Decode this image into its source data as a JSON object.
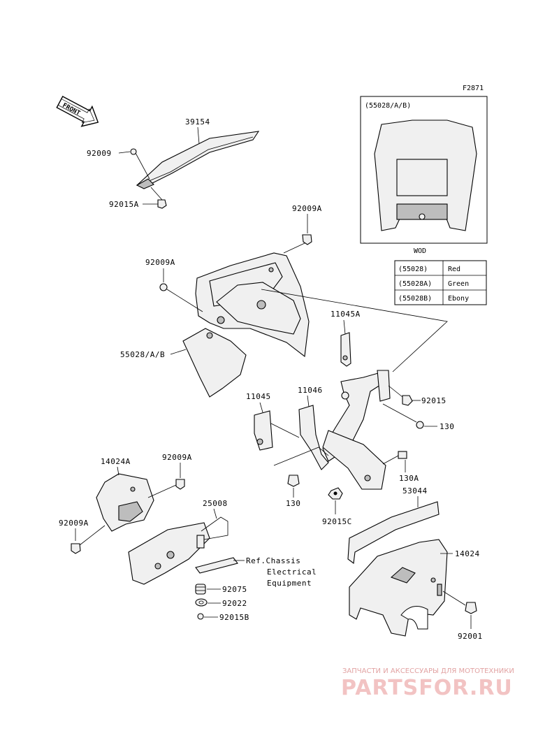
{
  "figure_id": "F2871",
  "front_arrow_label": "FRONT",
  "labels": {
    "p39154": "39154",
    "p92009_top": "92009",
    "p92015A": "92015A",
    "p92009A_top": "92009A",
    "p92009A_left": "92009A",
    "p55028AB": "55028/A/B",
    "p11045A": "11045A",
    "p11046": "11046",
    "p11045": "11045",
    "p92015": "92015",
    "p130_right": "130",
    "p130A": "130A",
    "p130_bottom": "130",
    "p92015C": "92015C",
    "p14024A": "14024A",
    "p92009A_mid": "92009A",
    "p92009A_low": "92009A",
    "p25008": "25008",
    "p53044": "53044",
    "p14024": "14024",
    "p92075": "92075",
    "p92022": "92022",
    "p92015B": "92015B",
    "p92001": "92001"
  },
  "ref_note": [
    "Ref.Chassis",
    "Electrical",
    "Equipment"
  ],
  "inset": {
    "title": "(55028/A/B)",
    "caption": "WOD"
  },
  "color_table": [
    {
      "code": "(55028)",
      "color": "Red"
    },
    {
      "code": "(55028A)",
      "color": "Green"
    },
    {
      "code": "(55028B)",
      "color": "Ebony"
    }
  ],
  "watermark": {
    "tagline": "ЗАПЧАСТИ И АКСЕССУАРЫ ДЛЯ МОТОТЕХНИКИ",
    "brand": "PARTSFOR.RU"
  }
}
